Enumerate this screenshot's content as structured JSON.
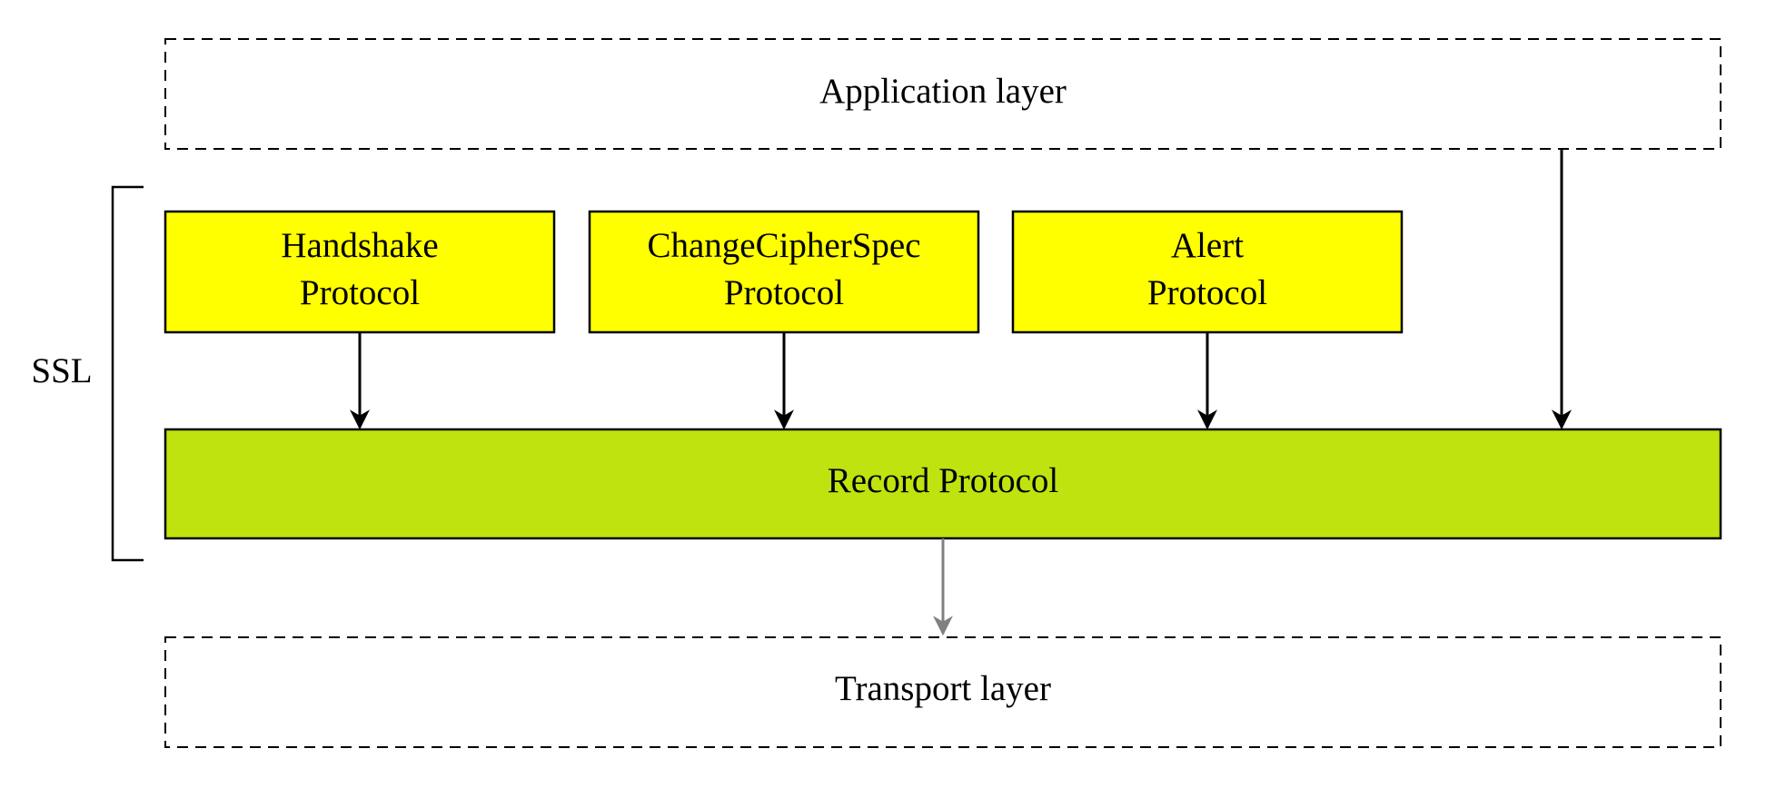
{
  "diagram": {
    "application_layer": {
      "label": "Application layer"
    },
    "transport_layer": {
      "label": "Transport layer"
    },
    "ssl_bracket": {
      "label": "SSL"
    },
    "handshake": {
      "line1": "Handshake",
      "line2": "Protocol"
    },
    "change_cipher_spec": {
      "line1": "ChangeCipherSpec",
      "line2": "Protocol"
    },
    "alert": {
      "line1": "Alert",
      "line2": "Protocol"
    },
    "record": {
      "label": "Record Protocol"
    }
  },
  "colors": {
    "subprotocol_fill": "#FFFF00",
    "record_fill": "#BFE30E",
    "stroke": "#000000",
    "transport_arrow": "#808080",
    "background": "#FFFFFF"
  }
}
